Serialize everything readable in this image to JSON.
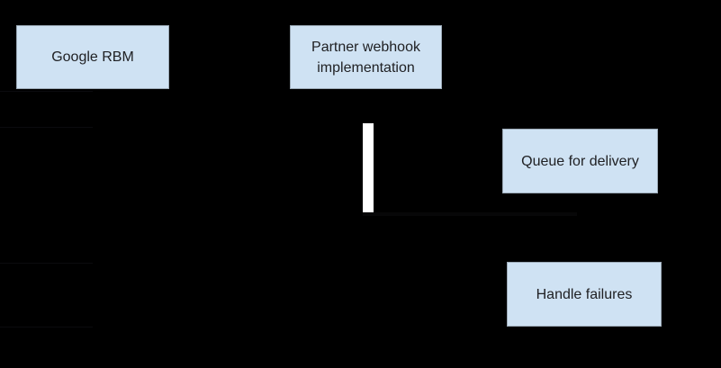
{
  "colors": {
    "background": "#000000",
    "node_fill": "#cfe2f3",
    "node_text": "#202124",
    "activation_bar": "#ffffff"
  },
  "nodes": {
    "google_rbm": {
      "label": "Google RBM"
    },
    "partner_webhook": {
      "line1": "Partner webhook",
      "line2": "implementation"
    },
    "queue_for_delivery": {
      "label": "Queue for delivery"
    },
    "handle_failures": {
      "label": "Handle failures"
    }
  }
}
